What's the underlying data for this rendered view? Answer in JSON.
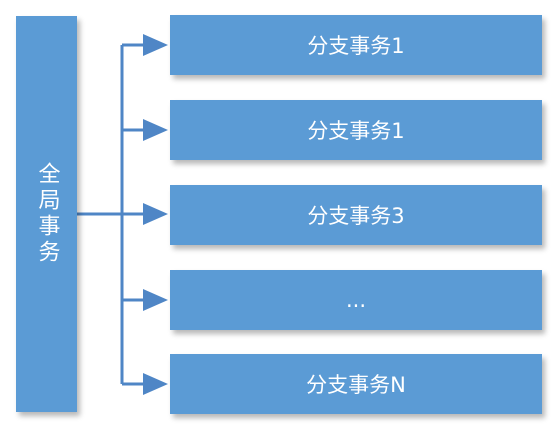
{
  "diagram": {
    "global_label": "全局事务",
    "branches": [
      {
        "label": "分支事务1"
      },
      {
        "label": "分支事务1"
      },
      {
        "label": "分支事务3"
      },
      {
        "label": "..."
      },
      {
        "label": "分支事务N"
      }
    ]
  },
  "colors": {
    "box_fill": "#5b9bd5",
    "connector": "#4f86c6",
    "text": "#ffffff"
  }
}
